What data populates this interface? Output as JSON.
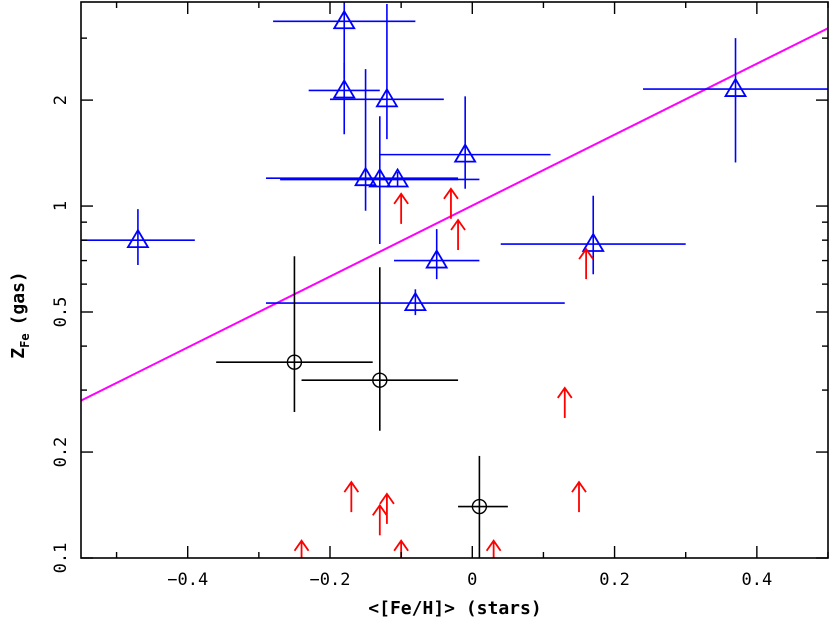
{
  "chart_data": {
    "type": "scatter",
    "title": "",
    "xlabel": "<[Fe/H]> (stars)",
    "ylabel": {
      "main": "Z",
      "subscript": "Fe",
      "suffix": "(gas)"
    },
    "x_range": [
      -0.55,
      0.5
    ],
    "y_range": [
      0.1,
      3.8
    ],
    "y_scale": "log",
    "grid": false,
    "x_ticks": [
      {
        "value": -0.4,
        "label": "−0.4"
      },
      {
        "value": -0.2,
        "label": "−0.2"
      },
      {
        "value": 0,
        "label": "0"
      },
      {
        "value": 0.2,
        "label": "0.2"
      },
      {
        "value": 0.4,
        "label": "0.4"
      }
    ],
    "y_ticks": [
      {
        "value": 0.1,
        "label": "0.1"
      },
      {
        "value": 0.2,
        "label": "0.2"
      },
      {
        "value": 0.5,
        "label": "0.5"
      },
      {
        "value": 1,
        "label": "1"
      },
      {
        "value": 2,
        "label": "2"
      }
    ],
    "colors": {
      "triangles": "#0000ff",
      "circles": "#000000",
      "limits": "#ff0000",
      "fit_line": "#ff00ff"
    },
    "triangles": [
      {
        "x": -0.47,
        "y": 0.8,
        "xlo": -0.55,
        "xhi": -0.39,
        "ylo": 0.68,
        "yhi": 0.98
      },
      {
        "x": -0.18,
        "y": 3.35,
        "xlo": -0.28,
        "xhi": -0.08,
        "ylo": 2.3,
        "yhi": 3.9
      },
      {
        "x": -0.18,
        "y": 2.13,
        "xlo": -0.23,
        "xhi": -0.13,
        "ylo": 1.6,
        "yhi": 2.55
      },
      {
        "x": -0.12,
        "y": 2.01,
        "xlo": -0.2,
        "xhi": -0.04,
        "ylo": 1.55,
        "yhi": 3.75
      },
      {
        "x": -0.01,
        "y": 1.4,
        "xlo": -0.13,
        "xhi": 0.11,
        "ylo": 1.12,
        "yhi": 2.05
      },
      {
        "x": -0.15,
        "y": 1.2,
        "xlo": -0.29,
        "xhi": -0.02,
        "ylo": 0.97,
        "yhi": 2.45
      },
      {
        "x": -0.13,
        "y": 1.19,
        "xlo": -0.27,
        "xhi": 0.01,
        "ylo": 0.78,
        "yhi": 1.8
      },
      {
        "x": -0.105,
        "y": 1.19,
        "xlo": -0.27,
        "xhi": -0.02,
        "ylo": 1.14,
        "yhi": 1.25
      },
      {
        "x": -0.05,
        "y": 0.7,
        "xlo": -0.11,
        "xhi": 0.01,
        "ylo": 0.62,
        "yhi": 0.86
      },
      {
        "x": -0.08,
        "y": 0.53,
        "xlo": -0.29,
        "xhi": 0.13,
        "ylo": 0.49,
        "yhi": 0.58
      },
      {
        "x": 0.17,
        "y": 0.78,
        "xlo": 0.04,
        "xhi": 0.3,
        "ylo": 0.64,
        "yhi": 1.07
      },
      {
        "x": 0.37,
        "y": 2.15,
        "xlo": 0.24,
        "xhi": 0.5,
        "ylo": 1.33,
        "yhi": 3.0
      }
    ],
    "circles": [
      {
        "x": -0.25,
        "y": 0.36,
        "xlo": -0.36,
        "xhi": -0.14,
        "ylo": 0.26,
        "yhi": 0.72
      },
      {
        "x": -0.13,
        "y": 0.32,
        "xlo": -0.24,
        "xhi": -0.02,
        "ylo": 0.23,
        "yhi": 0.67
      },
      {
        "x": 0.01,
        "y": 0.14,
        "xlo": -0.02,
        "xhi": 0.05,
        "ylo": 0.1,
        "yhi": 0.195
      }
    ],
    "lower_limits": [
      {
        "x": -0.1,
        "y": 0.89
      },
      {
        "x": -0.03,
        "y": 0.92
      },
      {
        "x": -0.02,
        "y": 0.75
      },
      {
        "x": 0.16,
        "y": 0.62
      },
      {
        "x": 0.13,
        "y": 0.25
      },
      {
        "x": -0.17,
        "y": 0.135
      },
      {
        "x": -0.12,
        "y": 0.125
      },
      {
        "x": -0.13,
        "y": 0.116
      },
      {
        "x": 0.15,
        "y": 0.135
      },
      {
        "x": -0.24,
        "y": 0.092
      },
      {
        "x": -0.1,
        "y": 0.092
      },
      {
        "x": 0.03,
        "y": 0.092
      }
    ],
    "fit_line": {
      "x": [
        -0.55,
        0.5
      ],
      "y": [
        0.28,
        3.2
      ]
    }
  }
}
